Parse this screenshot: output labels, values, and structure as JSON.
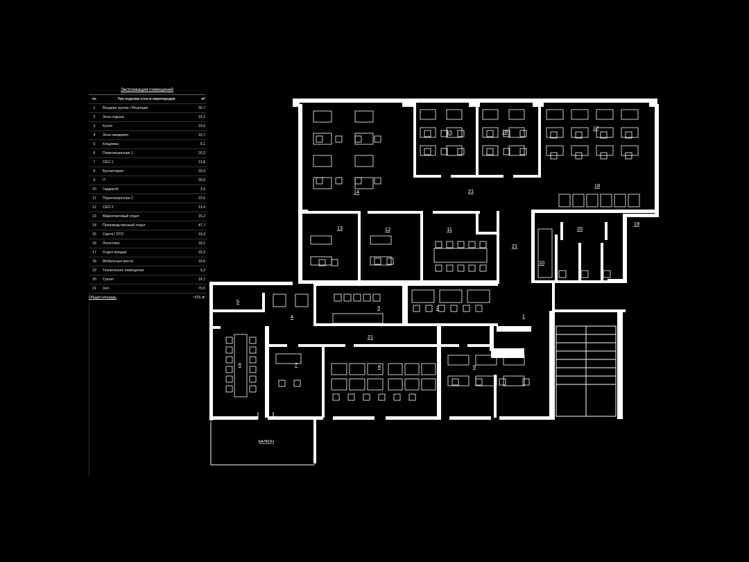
{
  "legend": {
    "title": "Экспликация помещений",
    "headers": [
      "№",
      "Тип отделки стен и перегородок",
      "м²"
    ],
    "rows": [
      [
        "1",
        "Входная группа / Рецепция",
        "30,7"
      ],
      [
        "2",
        "Зона отдыха",
        "15,1"
      ],
      [
        "3",
        "Кухня",
        "23,6"
      ],
      [
        "4",
        "Зона ожидания",
        "10,7"
      ],
      [
        "5",
        "Кладовка",
        "5,1"
      ],
      [
        "6",
        "Переговорочная 1",
        "20,3"
      ],
      [
        "7",
        "CEO 1",
        "13,8"
      ],
      [
        "8",
        "Бухгалтерия",
        "29,4"
      ],
      [
        "9",
        "IT",
        "29,0"
      ],
      [
        "10",
        "Гардероб",
        "3,9"
      ],
      [
        "11",
        "Переговорочная 2",
        "22,5"
      ],
      [
        "12",
        "CEO 2",
        "13,4"
      ],
      [
        "13",
        "Маркетинговый отдел",
        "15,2"
      ],
      [
        "14",
        "Производственный отдел",
        "47,7"
      ],
      [
        "15",
        "Смета / ПТО",
        "19,3"
      ],
      [
        "16",
        "Логистика",
        "18,1"
      ],
      [
        "17",
        "Отдел продаж",
        "33,2"
      ],
      [
        "18",
        "Мобильные места",
        "16,6"
      ],
      [
        "19",
        "Техническое помещение",
        "3,3"
      ],
      [
        "20",
        "Туалет",
        "19,7"
      ],
      [
        "21",
        "Хол",
        "70,5"
      ]
    ],
    "total_label": "Общая площадь",
    "total_value": "~415 м²"
  },
  "plan": {
    "room_labels": [
      "1",
      "2",
      "3",
      "4",
      "5",
      "6",
      "7",
      "8",
      "9",
      "10",
      "11",
      "12",
      "13",
      "14",
      "15",
      "16",
      "17",
      "18",
      "19",
      "20",
      "21",
      "21",
      "21"
    ],
    "balcony_label": "БАЛКОН"
  }
}
